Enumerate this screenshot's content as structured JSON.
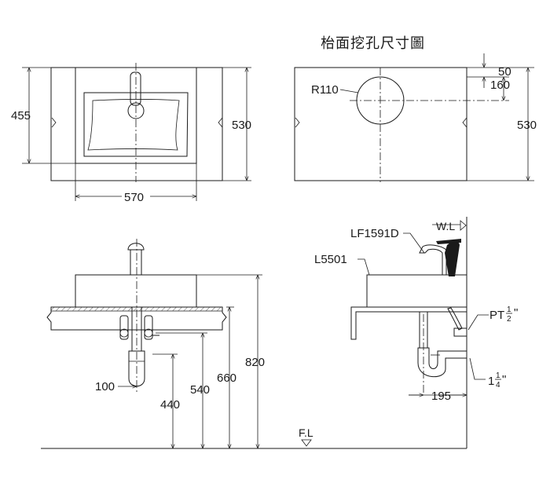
{
  "title": "枱面挖孔尺寸圖",
  "top_view": {
    "width_dim": "570",
    "inner_depth_dim": "455",
    "outer_depth_dim": "530"
  },
  "cutout_view": {
    "radius_label": "R110",
    "edge_offset_dim": "50",
    "center_offset_dim": "160",
    "depth_dim": "530"
  },
  "front_view": {
    "trap_offset_dim": "100",
    "height_440": "440",
    "height_540": "540",
    "height_660": "660",
    "height_820": "820"
  },
  "side_view": {
    "faucet_model": "LF1591D",
    "basin_model": "L5501",
    "water_level_label": "W.L",
    "supply_label": "PT",
    "supply_fraction_num": "1",
    "supply_fraction_den": "2",
    "inch_mark": "\"",
    "drain_whole": "1",
    "drain_fraction_num": "1",
    "drain_fraction_den": "4",
    "drain_offset_dim": "195"
  },
  "floor_label": "F.L"
}
